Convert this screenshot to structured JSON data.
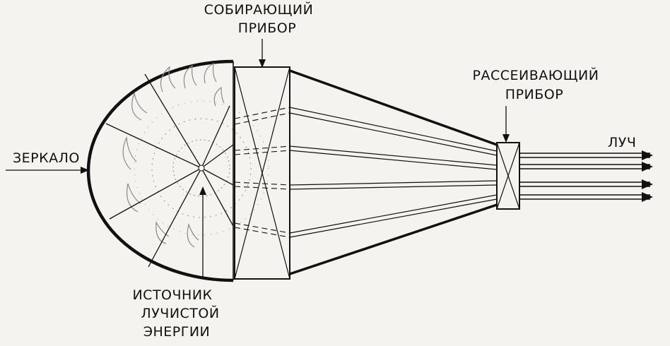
{
  "labels": {
    "mirror": "ЗЕРКАЛО",
    "collector": [
      "СОБИРАЮЩИЙ",
      "ПРИБОР"
    ],
    "diffuser": [
      "РАССЕИВАЮЩИЙ",
      "ПРИБОР"
    ],
    "beam": "ЛУЧ",
    "source": [
      "ИСТОЧНИК",
      "ЛУЧИСТОЙ",
      "ЭНЕРГИИ"
    ]
  },
  "colors": {
    "ink": "#111111",
    "paper": "#f4f3ef",
    "flame": "#8a8a8a"
  }
}
